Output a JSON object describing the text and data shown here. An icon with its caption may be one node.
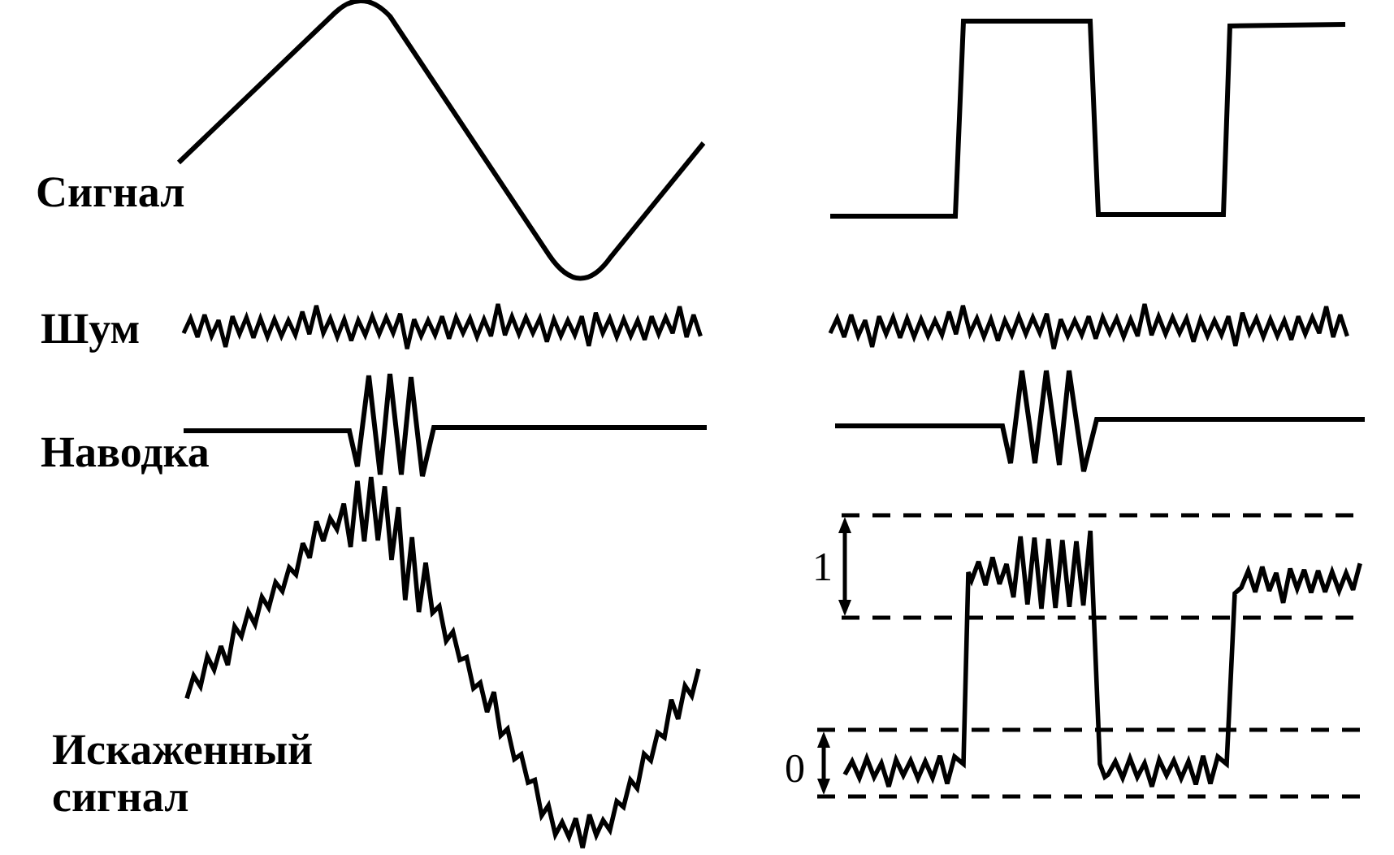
{
  "diagram": {
    "labels": [
      "Сигнал",
      "Шум",
      "Наводка",
      "Искаженный сигнал",
      "1",
      "0"
    ]
  }
}
